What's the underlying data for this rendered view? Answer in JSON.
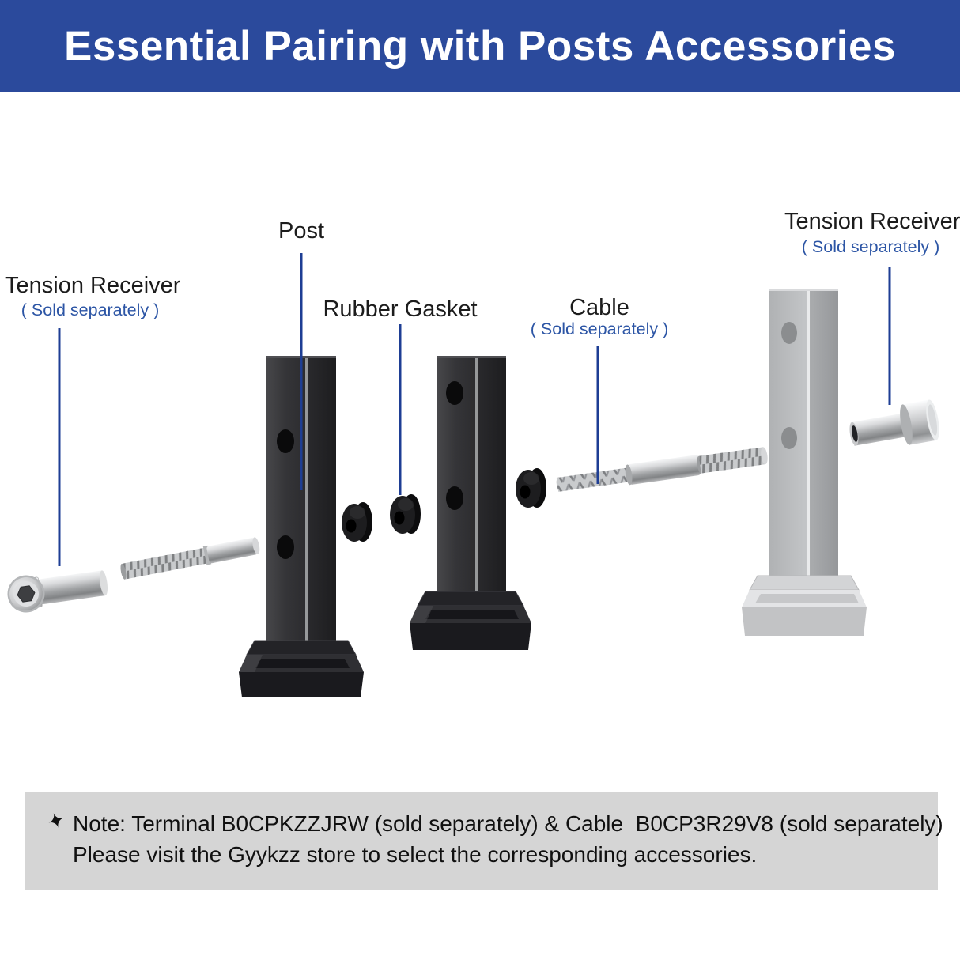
{
  "header": {
    "title": "Essential Pairing with Posts Accessories"
  },
  "callouts": {
    "tension_receiver_left": {
      "title": "Tension Receiver",
      "note": "( Sold separately )"
    },
    "post": {
      "title": "Post"
    },
    "rubber_gasket": {
      "title": "Rubber Gasket"
    },
    "cable": {
      "title": "Cable",
      "note": "( Sold separately )"
    },
    "tension_receiver_right": {
      "title": "Tension Receiver",
      "note": "( Sold separately )"
    }
  },
  "note": {
    "star": "✦",
    "line1": "Note: Terminal B0CPKZZJRW (sold separately) & Cable  B0CP3R29V8 (sold separately)",
    "line2": "Please visit the Gyykzz store to select the corresponding accessories."
  },
  "colors": {
    "header_bg": "#2B4A9C",
    "header_text": "#FFFFFF",
    "leader_line_blue": "#1E3E94",
    "callout_title_text": "#1C1C1C",
    "callout_note_blue": "#2C55A5",
    "note_bg": "#D5D5D5",
    "note_text": "#101010"
  }
}
